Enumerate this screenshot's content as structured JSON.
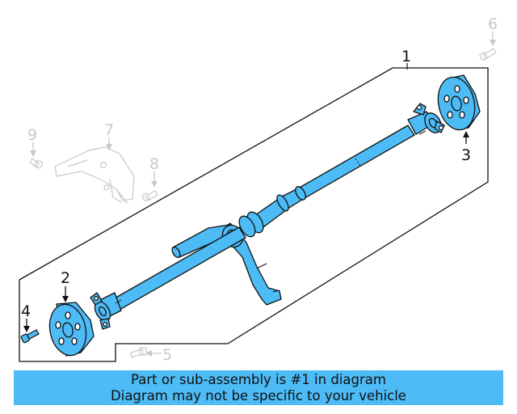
{
  "callouts": {
    "c1": "1",
    "c2": "2",
    "c3": "3",
    "c4": "4",
    "c5": "5",
    "c6": "6",
    "c7": "7",
    "c8": "8",
    "c9": "9"
  },
  "banner": {
    "line1": "Part or sub-assembly is #1 in diagram",
    "line2": "Diagram may not be specific to your vehicle"
  },
  "colors": {
    "highlight": "#4dbbf5",
    "outline": "#111111",
    "muted": "#c8c8c8"
  },
  "icons": {
    "bolt": "bolt-icon",
    "bracket": "heat-shield-bracket"
  }
}
